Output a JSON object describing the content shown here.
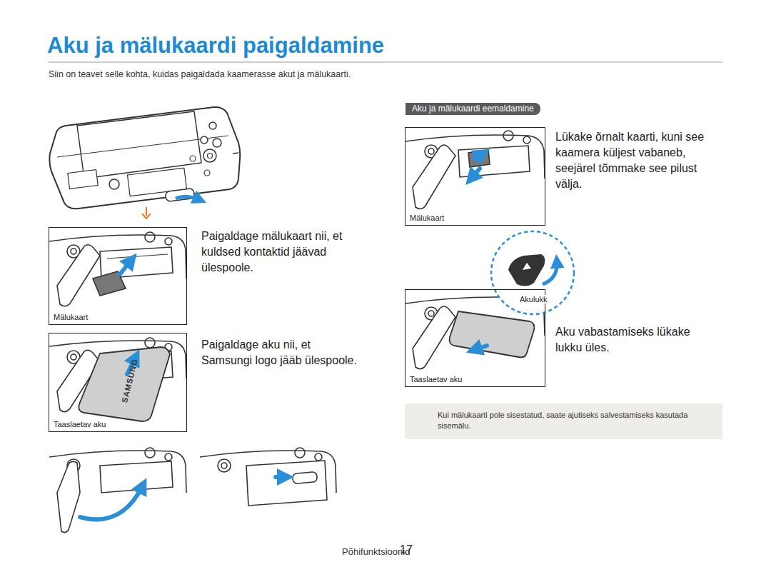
{
  "diagram": {
    "title": "Aku ja mälukaardi paigaldamine",
    "nodes": [
      {
        "text": [
          "Aku ja mälukaardi eemaldamine"
        ]
      },
      {
        "text": [
          "Mälukaart"
        ]
      },
      {
        "text": [
          "Taaslaetav aku"
        ]
      },
      {
        "text": [
          "Mälukaart"
        ]
      },
      {
        "text": [
          "Taaslaetav aku"
        ]
      },
      {
        "text": [
          "Kui mälukaarti pole sisestatud, saate ajutiseks salvestamiseks kasutada sisemälu."
        ]
      }
    ],
    "labels": [
      "Siin on teavet selle kohta, kuidas paigaldada kaamerasse akut ja mälukaarti.",
      "Paigaldage mälukaart nii, et kuldsed kontaktid jäävad ülespoole.",
      "Paigaldage aku nii, et Samsungi logo jääb ülespoole.",
      "Lükake õrnalt kaarti, kuni see kaamera küljest vabaneb, seejärel tõmmake see pilust välja.",
      "Aku vabastamiseks lükake lukku üles.",
      "Akulukk",
      "SAMSUNG",
      "Põhifunktsioonid",
      "17"
    ]
  }
}
